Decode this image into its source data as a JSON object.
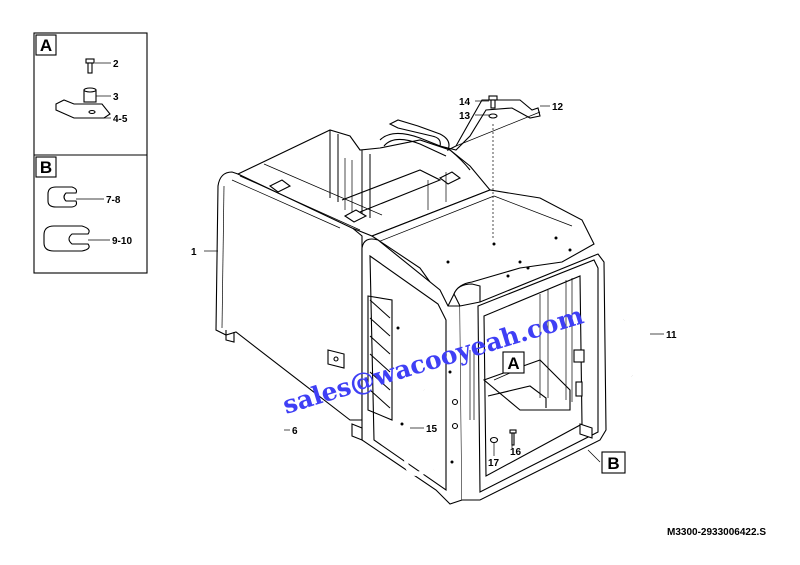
{
  "inset_a": {
    "letter": "A",
    "labels": [
      "2",
      "3",
      "4-5"
    ]
  },
  "inset_b": {
    "letter": "B",
    "labels": [
      "7-8",
      "9-10"
    ]
  },
  "callouts": {
    "c1": "1",
    "c6": "6",
    "c11": "11",
    "c12": "12",
    "c13": "13",
    "c14": "14",
    "c15": "15",
    "c16": "16",
    "c17": "17"
  },
  "markers": {
    "a": "A",
    "b": "B"
  },
  "watermark": "sales@wacooyeah.com",
  "drawing_code": "M3300-2933006422.S"
}
